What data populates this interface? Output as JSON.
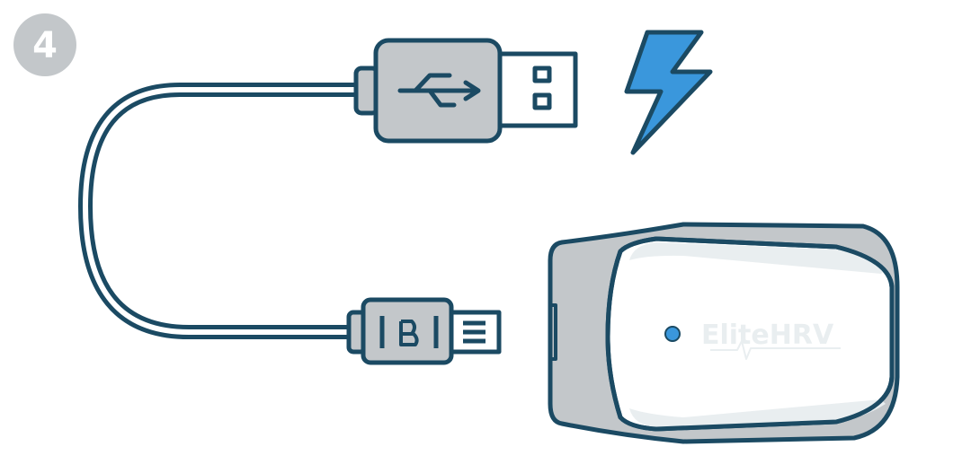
{
  "step": {
    "number": "4"
  },
  "device": {
    "logo_text": "EliteHRV"
  },
  "icons": [
    "step-badge",
    "usb-a-plug-icon",
    "usb-symbol-icon",
    "micro-usb-plug-icon",
    "lightning-bolt-icon",
    "hrv-sensor-device"
  ],
  "colors": {
    "outline": "#1b4a63",
    "gray": "#c3c7ca",
    "accent_blue": "#3a97dc",
    "badge": "#c3c7ca"
  }
}
